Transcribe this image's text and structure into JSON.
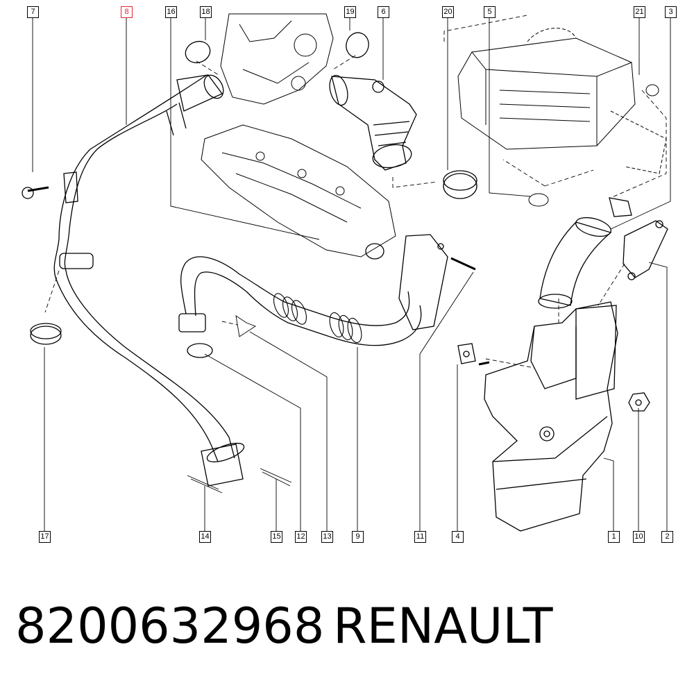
{
  "callouts": {
    "c7": "7",
    "c8": "8",
    "c16": "16",
    "c18": "18",
    "c19": "19",
    "c6": "6",
    "c20": "20",
    "c5": "5",
    "c21": "21",
    "c3": "3",
    "c17": "17",
    "c14": "14",
    "c15": "15",
    "c12": "12",
    "c13": "13",
    "c9": "9",
    "c11": "11",
    "c4": "4",
    "c1": "1",
    "c10": "10",
    "c2": "2"
  },
  "highlighted_callout": "8",
  "colors": {
    "highlight": "#e0242f",
    "line": "#000000"
  },
  "footer": {
    "part_number": "8200632968",
    "brand": "RENAULT"
  }
}
